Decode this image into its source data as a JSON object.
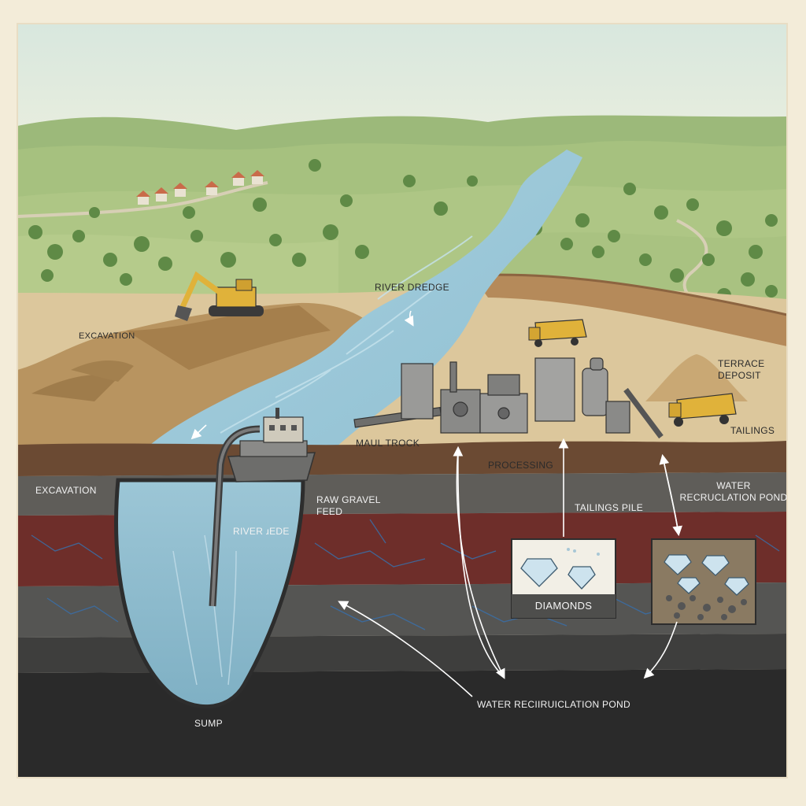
{
  "labels": {
    "river_dredge_top": "RIVER DREDGE",
    "excavation_top": "EXCAVATION",
    "terrace_deposit": "TERRACE DEPOSIT",
    "tailings": "TAILINGS",
    "maul_trock": "MAUL TROCK",
    "processing": "PROCESSING",
    "excavation_side": "EXCAVATION",
    "raw_gravel_feed": "RAW GRAVEL FEED",
    "water_recirculation_pond_right": "WATER RECRUCLATION POND",
    "tailings_pile": "TAILINGS PILE",
    "river_dredge_lower": "RIVER ɹEDE",
    "diamonds": "DIAMONDS",
    "water_recirculation_pond_bottom": "WATER RECIIRUICLATION POND",
    "sump": "SUMP"
  },
  "colors": {
    "sky": "#dfe8d8",
    "hills": "#8fb06a",
    "field": "#a5bf78",
    "river": "#9fc9d9",
    "sand": "#d9c59b",
    "soil": "#6b4a33",
    "rock_grey": "#5a5a58",
    "rock_red": "#6e2e2a",
    "bedrock": "#2e2e2e",
    "machine_yellow": "#e0b23a",
    "plant_grey": "#8a8a88",
    "arrow": "#ffffff"
  },
  "icons": [
    "excavator-icon",
    "dredge-icon",
    "dump-truck-icon",
    "processing-plant-icon",
    "diamond-icon",
    "tree-icon",
    "house-icon"
  ]
}
